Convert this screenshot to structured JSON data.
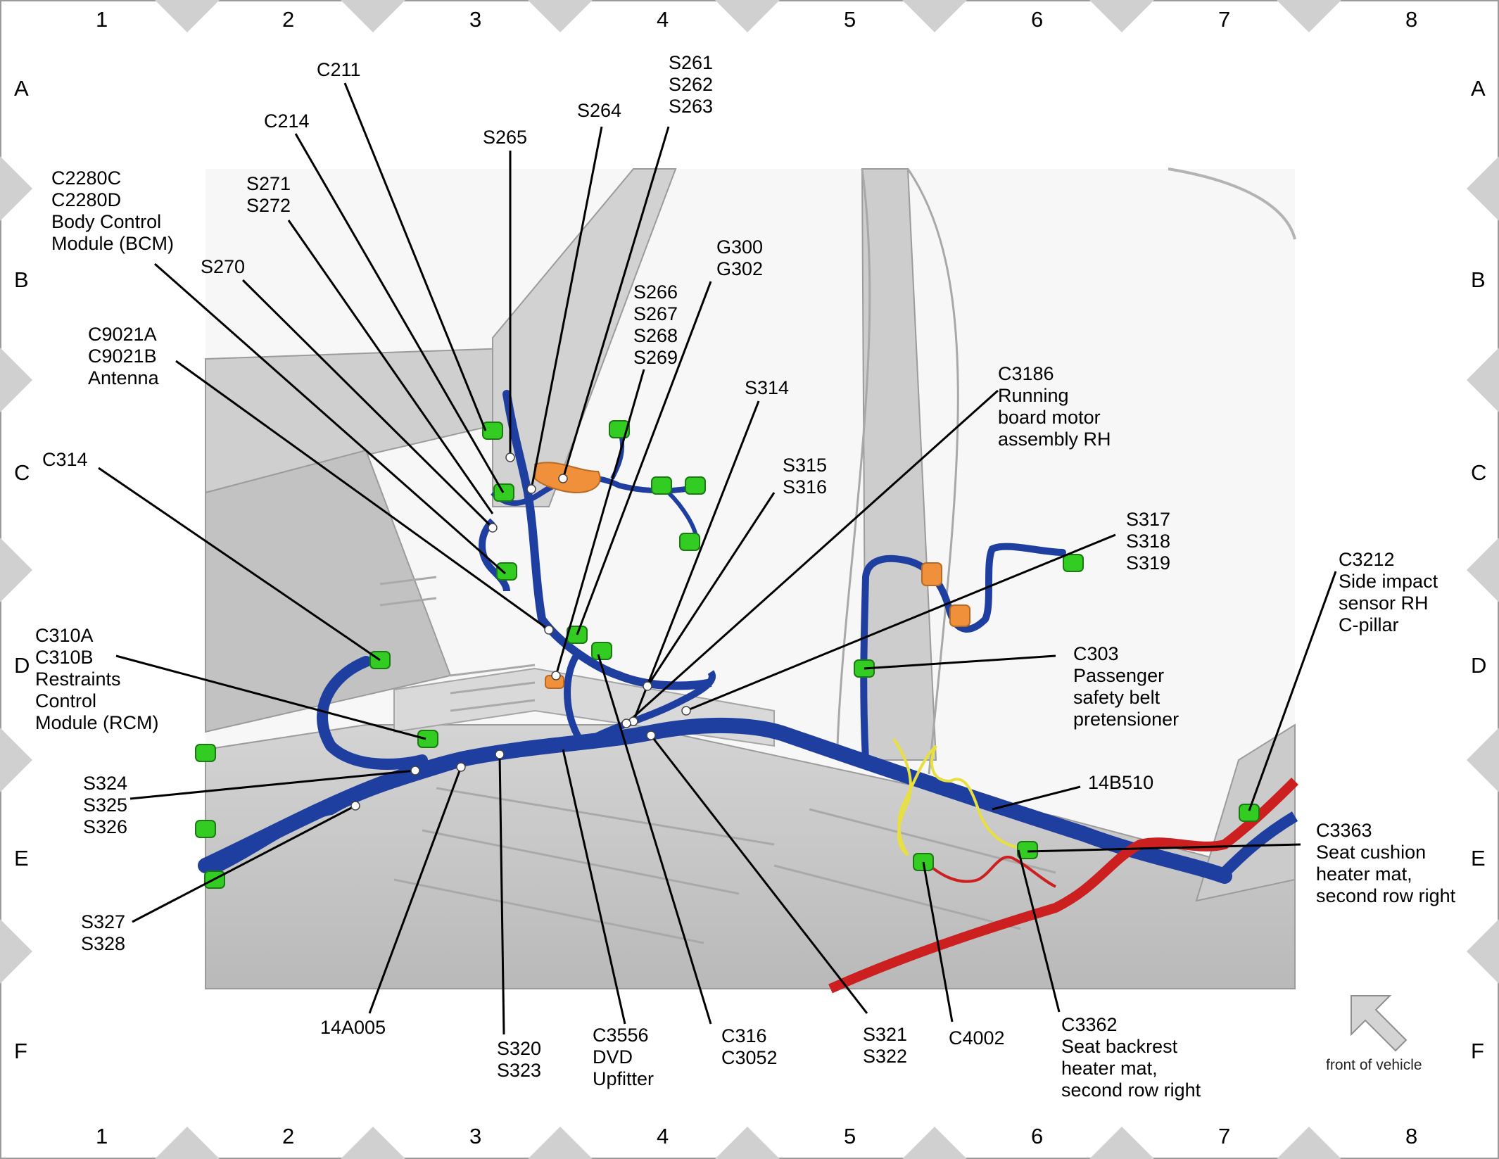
{
  "grid": {
    "columns": [
      "1",
      "2",
      "3",
      "4",
      "5",
      "6",
      "7",
      "8"
    ],
    "rows": [
      "A",
      "B",
      "C",
      "D",
      "E",
      "F"
    ]
  },
  "front_of_vehicle": "front of vehicle",
  "colors": {
    "harness": "#1f3fa0",
    "connector": "#33cc22",
    "splice": "#ffffff",
    "ground": "#f0903a",
    "heater_wire": "#e8e040",
    "red_harness": "#cc1f1f",
    "body": "#c9c9c9",
    "frame_marker": "#d0d0d0"
  },
  "callouts": [
    {
      "id": "c211",
      "lines": [
        "C211"
      ]
    },
    {
      "id": "c214",
      "lines": [
        "C214"
      ]
    },
    {
      "id": "s271",
      "lines": [
        "S271",
        "S272"
      ]
    },
    {
      "id": "c2280",
      "lines": [
        "C2280C",
        "C2280D",
        "Body Control",
        "Module (BCM)"
      ]
    },
    {
      "id": "s270",
      "lines": [
        "S270"
      ]
    },
    {
      "id": "c9021",
      "lines": [
        "C9021A",
        "C9021B",
        "Antenna"
      ]
    },
    {
      "id": "c314",
      "lines": [
        "C314"
      ]
    },
    {
      "id": "c310",
      "lines": [
        "C310A",
        "C310B",
        "Restraints",
        "Control",
        "Module (RCM)"
      ]
    },
    {
      "id": "s324",
      "lines": [
        "S324",
        "S325",
        "S326"
      ]
    },
    {
      "id": "s327",
      "lines": [
        "S327",
        "S328"
      ]
    },
    {
      "id": "s265",
      "lines": [
        "S265"
      ]
    },
    {
      "id": "s264",
      "lines": [
        "S264"
      ]
    },
    {
      "id": "s261",
      "lines": [
        "S261",
        "S262",
        "S263"
      ]
    },
    {
      "id": "g300",
      "lines": [
        "G300",
        "G302"
      ]
    },
    {
      "id": "s266",
      "lines": [
        "S266",
        "S267",
        "S268",
        "S269"
      ]
    },
    {
      "id": "s314",
      "lines": [
        "S314"
      ]
    },
    {
      "id": "s315",
      "lines": [
        "S315",
        "S316"
      ]
    },
    {
      "id": "c3186",
      "lines": [
        "C3186",
        "Running",
        "board motor",
        "assembly RH"
      ]
    },
    {
      "id": "s317",
      "lines": [
        "S317",
        "S318",
        "S319"
      ]
    },
    {
      "id": "c3212",
      "lines": [
        "C3212",
        "Side impact",
        "sensor RH",
        "C-pillar"
      ]
    },
    {
      "id": "c303",
      "lines": [
        "C303",
        "Passenger",
        "safety belt",
        "pretensioner"
      ]
    },
    {
      "id": "14b510",
      "lines": [
        "14B510"
      ]
    },
    {
      "id": "c3363",
      "lines": [
        "C3363",
        "Seat cushion",
        "heater mat,",
        "second row right"
      ]
    },
    {
      "id": "14a005",
      "lines": [
        "14A005"
      ]
    },
    {
      "id": "s320",
      "lines": [
        "S320",
        "S323"
      ]
    },
    {
      "id": "c3556",
      "lines": [
        "C3556",
        "DVD",
        "Upfitter"
      ]
    },
    {
      "id": "c316",
      "lines": [
        "C316",
        "C3052"
      ]
    },
    {
      "id": "s321",
      "lines": [
        "S321",
        "S322"
      ]
    },
    {
      "id": "c4002",
      "lines": [
        "C4002"
      ]
    },
    {
      "id": "c3362",
      "lines": [
        "C3362",
        "Seat backrest",
        "heater mat,",
        "second row right"
      ]
    }
  ]
}
